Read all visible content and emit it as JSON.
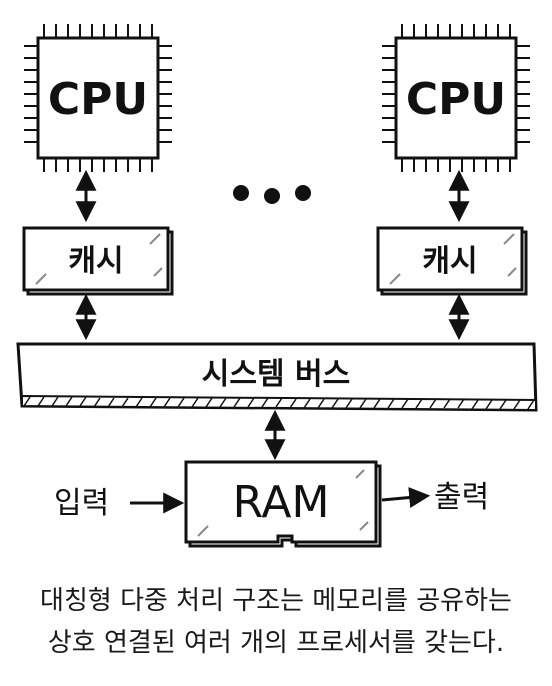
{
  "diagram": {
    "processors": [
      {
        "cpu_label": "CPU",
        "cache_label": "캐시"
      },
      {
        "cpu_label": "CPU",
        "cache_label": "캐시"
      }
    ],
    "bus_label": "시스템 버스",
    "ram_label": "RAM",
    "input_label": "입력",
    "output_label": "출력"
  },
  "caption": {
    "line1": "대칭형 다중 처리 구조는 메모리를 공유하는",
    "line2": "상호 연결된 여러 개의 프로세서를 갖는다."
  }
}
